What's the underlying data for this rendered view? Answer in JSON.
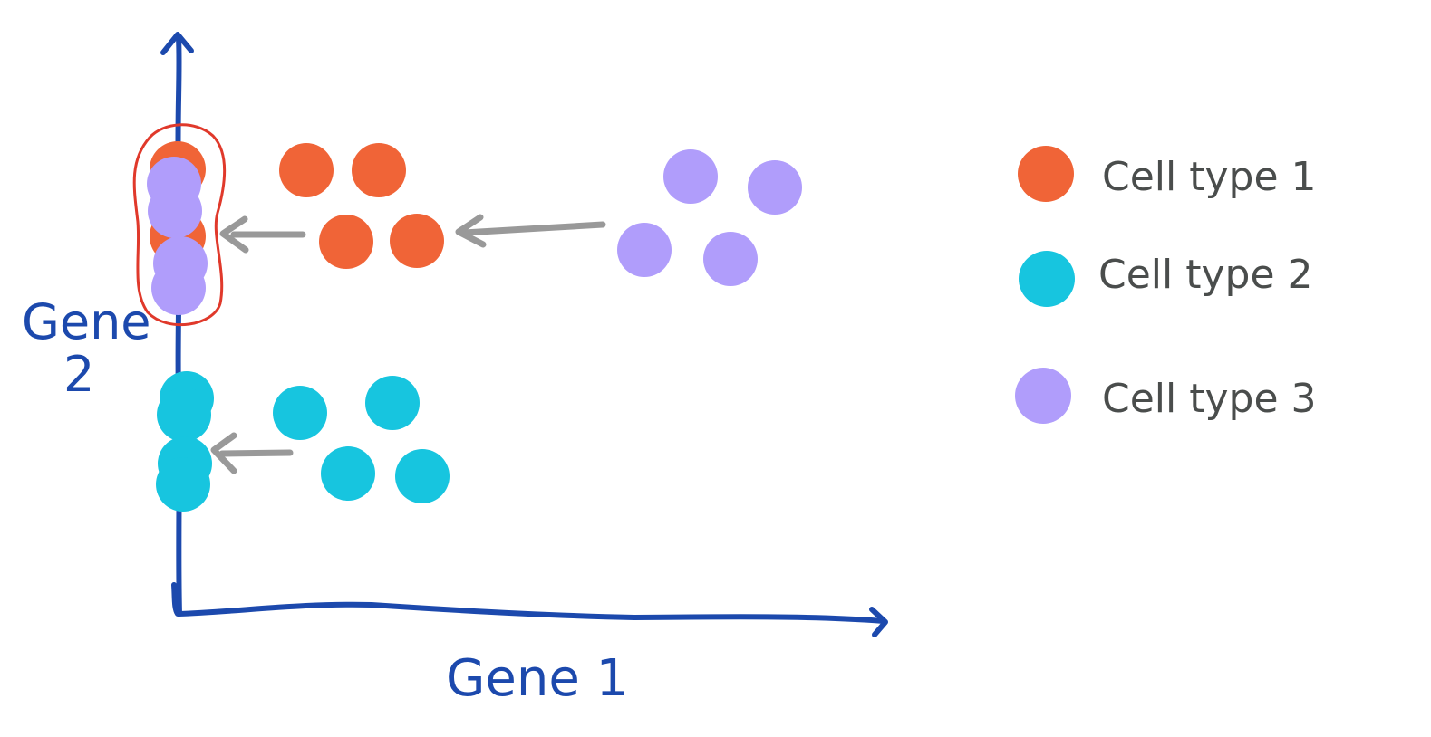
{
  "diagram": {
    "axis_color": "#1c49ad",
    "arrow_color": "#999999",
    "highlight_color": "#e0392b",
    "x_axis_label": "Gene 1",
    "y_axis_label_line1": "Gene",
    "y_axis_label_line2": "2",
    "legend": [
      {
        "label": "Cell type 1",
        "color": "#f06437"
      },
      {
        "label": "Cell type 2",
        "color": "#17c5df"
      },
      {
        "label": "Cell type 3",
        "color": "#b09dfb"
      }
    ]
  }
}
